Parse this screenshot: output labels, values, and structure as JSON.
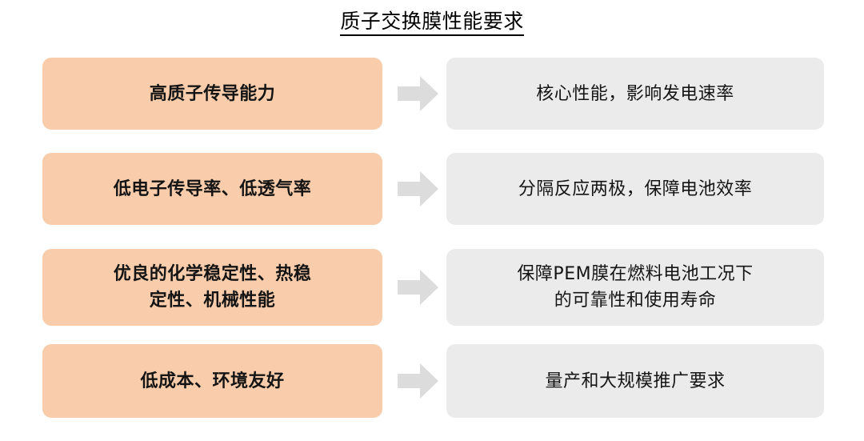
{
  "title": "质子交换膜性能要求",
  "colors": {
    "requirement_box": "#f9cdab",
    "effect_box": "#ebebeb",
    "arrow": "#dcdcdc",
    "text": "#141414",
    "title_text": "#000000",
    "background": "#ffffff"
  },
  "icons": {
    "arrow": "right-block-arrow-icon"
  },
  "rows": [
    {
      "requirement": "高质子传导能力",
      "effect": "核心性能，影响发电速率"
    },
    {
      "requirement": "低电子传导率、低透气率",
      "effect": "分隔反应两极，保障电池效率"
    },
    {
      "requirement": "优良的化学稳定性、热稳\n定性、机械性能",
      "effect": "保障PEM膜在燃料电池工况下\n的可靠性和使用寿命"
    },
    {
      "requirement": "低成本、环境友好",
      "effect": "量产和大规模推广要求"
    }
  ]
}
